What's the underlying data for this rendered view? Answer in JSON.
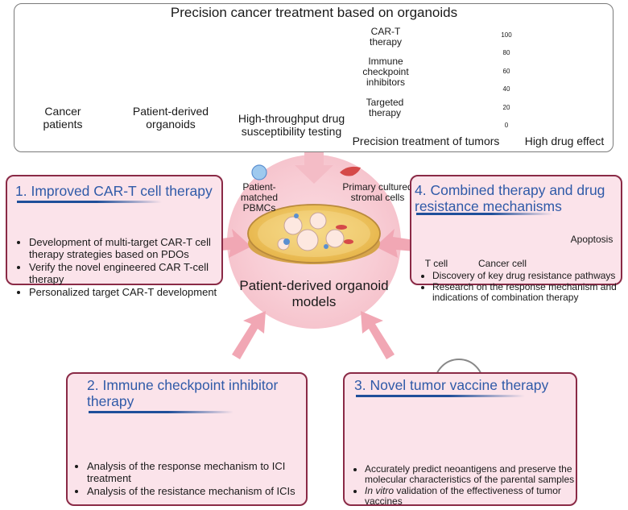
{
  "top": {
    "title": "Precision cancer treatment based on organoids",
    "cancer_patients": "Cancer patients",
    "organoids": "Patient-derived organoids",
    "screening": "High-throughput drug susceptibility testing",
    "cart": "CAR-T therapy",
    "ici": "Immune checkpoint inhibitors",
    "targeted": "Targeted therapy",
    "precision": "Precision treatment of tumors",
    "drug_effect": "High drug effect",
    "chart_ticks": [
      "100",
      "80",
      "60",
      "40",
      "20",
      "0"
    ]
  },
  "center": {
    "pbmc": "Patient-matched PBMCs",
    "stromal": "Primary cultured stromal cells",
    "label": "Patient-derived organoid models"
  },
  "panel1": {
    "title": "1.  Improved CAR-T cell therapy",
    "bullets": [
      "Development of multi-target CAR-T cell therapy strategies based on PDOs",
      "Verify the novel engineered CAR T-cell therapy",
      "Personalized target CAR-T development"
    ]
  },
  "panel2": {
    "title": "2. Immune checkpoint inhibitor therapy",
    "bullets": [
      "Analysis of the response mechanism to ICI treatment",
      "Analysis of the resistance mechanism of ICIs"
    ]
  },
  "panel3": {
    "title": "3. Novel tumor vaccine therapy",
    "bullet1": "Accurately predict neoantigens and preserve the molecular characteristics of the parental samples",
    "bullet2_italic": "In vitro",
    "bullet2_rest": " validation of the effectiveness of tumor vaccines"
  },
  "panel4": {
    "title": "4. Combined therapy and drug resistance mechanisms",
    "tcell": "T cell",
    "cancer_cell": "Cancer cell",
    "apoptosis": "Apoptosis",
    "bullets": [
      "Discovery of key drug resistance pathways",
      "Research on the response mechanism and indications of combination therapy"
    ]
  },
  "colors": {
    "panel_border": "#8a2a46",
    "panel_bg": "#fbe3ea",
    "title_blue": "#2f5aa8",
    "center_glow": "#f7c9d2"
  }
}
